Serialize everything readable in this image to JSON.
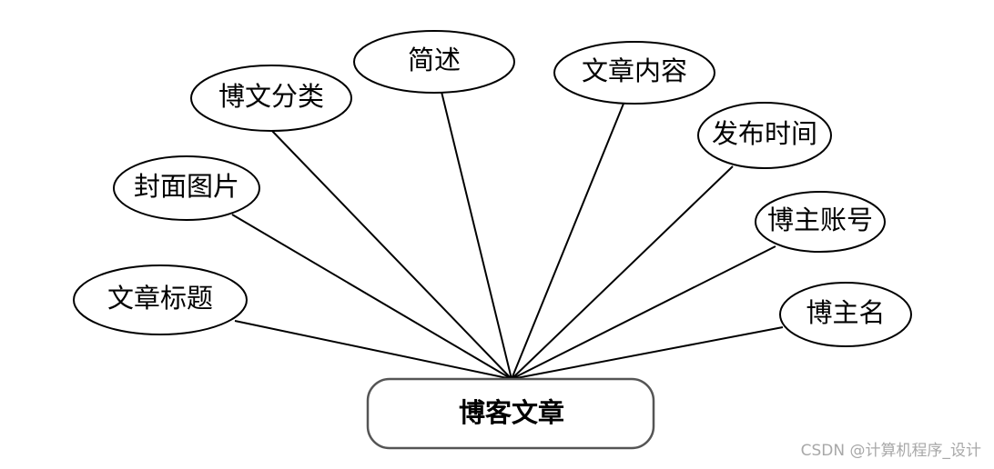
{
  "entity": {
    "label": "博客文章"
  },
  "attributes": [
    {
      "id": "article-title",
      "label": "文章标题"
    },
    {
      "id": "cover-image",
      "label": "封面图片"
    },
    {
      "id": "blog-category",
      "label": "博文分类"
    },
    {
      "id": "summary",
      "label": "简述"
    },
    {
      "id": "article-content",
      "label": "文章内容"
    },
    {
      "id": "publish-time",
      "label": "发布时间"
    },
    {
      "id": "blogger-account",
      "label": "博主账号"
    },
    {
      "id": "blogger-name",
      "label": "博主名"
    }
  ],
  "watermark": "CSDN @计算机程序_设计"
}
